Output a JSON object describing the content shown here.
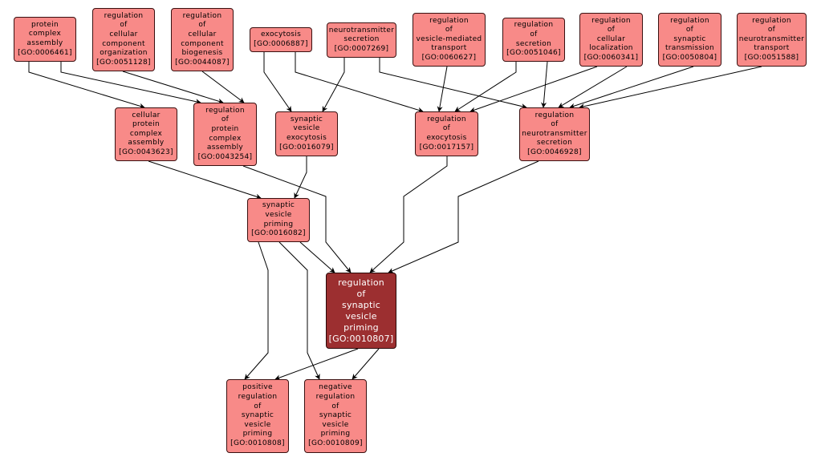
{
  "colors": {
    "node_fill": "#f88a88",
    "focus_fill": "#9c2f30",
    "edge": "#000000",
    "background": "#ffffff"
  },
  "nodes": [
    {
      "id": "GO:0006461",
      "label": [
        "protein",
        "complex",
        "assembly"
      ],
      "go": "[GO:0006461]"
    },
    {
      "id": "GO:0051128",
      "label": [
        "regulation",
        "of",
        "cellular",
        "component",
        "organization"
      ],
      "go": "[GO:0051128]"
    },
    {
      "id": "GO:0044087",
      "label": [
        "regulation",
        "of",
        "cellular",
        "component",
        "biogenesis"
      ],
      "go": "[GO:0044087]"
    },
    {
      "id": "GO:0006887",
      "label": [
        "exocytosis"
      ],
      "go": "[GO:0006887]"
    },
    {
      "id": "GO:0007269",
      "label": [
        "neurotransmitter",
        "secretion"
      ],
      "go": "[GO:0007269]"
    },
    {
      "id": "GO:0060627",
      "label": [
        "regulation",
        "of",
        "vesicle-mediated",
        "transport"
      ],
      "go": "[GO:0060627]"
    },
    {
      "id": "GO:0051046",
      "label": [
        "regulation",
        "of",
        "secretion"
      ],
      "go": "[GO:0051046]"
    },
    {
      "id": "GO:0060341",
      "label": [
        "regulation",
        "of",
        "cellular",
        "localization"
      ],
      "go": "[GO:0060341]"
    },
    {
      "id": "GO:0050804",
      "label": [
        "regulation",
        "of",
        "synaptic",
        "transmission"
      ],
      "go": "[GO:0050804]"
    },
    {
      "id": "GO:0051588",
      "label": [
        "regulation",
        "of",
        "neurotransmitter",
        "transport"
      ],
      "go": "[GO:0051588]"
    },
    {
      "id": "GO:0043623",
      "label": [
        "cellular",
        "protein",
        "complex",
        "assembly"
      ],
      "go": "[GO:0043623]"
    },
    {
      "id": "GO:0043254",
      "label": [
        "regulation",
        "of",
        "protein",
        "complex",
        "assembly"
      ],
      "go": "[GO:0043254]"
    },
    {
      "id": "GO:0016079",
      "label": [
        "synaptic",
        "vesicle",
        "exocytosis"
      ],
      "go": "[GO:0016079]"
    },
    {
      "id": "GO:0017157",
      "label": [
        "regulation",
        "of",
        "exocytosis"
      ],
      "go": "[GO:0017157]"
    },
    {
      "id": "GO:0046928",
      "label": [
        "regulation",
        "of",
        "neurotransmitter",
        "secretion"
      ],
      "go": "[GO:0046928]"
    },
    {
      "id": "GO:0016082",
      "label": [
        "synaptic",
        "vesicle",
        "priming"
      ],
      "go": "[GO:0016082]"
    },
    {
      "id": "GO:0010807",
      "label": [
        "regulation",
        "of",
        "synaptic",
        "vesicle",
        "priming"
      ],
      "go": "[GO:0010807]",
      "focus": true
    },
    {
      "id": "GO:0010808",
      "label": [
        "positive",
        "regulation",
        "of",
        "synaptic",
        "vesicle",
        "priming"
      ],
      "go": "[GO:0010808]"
    },
    {
      "id": "GO:0010809",
      "label": [
        "negative",
        "regulation",
        "of",
        "synaptic",
        "vesicle",
        "priming"
      ],
      "go": "[GO:0010809]"
    }
  ],
  "edges": [
    [
      "GO:0006461",
      "GO:0043623"
    ],
    [
      "GO:0006461",
      "GO:0043254"
    ],
    [
      "GO:0051128",
      "GO:0043254"
    ],
    [
      "GO:0044087",
      "GO:0043254"
    ],
    [
      "GO:0006887",
      "GO:0016079"
    ],
    [
      "GO:0007269",
      "GO:0016079"
    ],
    [
      "GO:0006887",
      "GO:0017157"
    ],
    [
      "GO:0060627",
      "GO:0017157"
    ],
    [
      "GO:0051046",
      "GO:0017157"
    ],
    [
      "GO:0060341",
      "GO:0017157"
    ],
    [
      "GO:0007269",
      "GO:0046928"
    ],
    [
      "GO:0051046",
      "GO:0046928"
    ],
    [
      "GO:0060341",
      "GO:0046928"
    ],
    [
      "GO:0050804",
      "GO:0046928"
    ],
    [
      "GO:0051588",
      "GO:0046928"
    ],
    [
      "GO:0043623",
      "GO:0016082"
    ],
    [
      "GO:0016079",
      "GO:0016082"
    ],
    [
      "GO:0043254",
      "GO:0010807"
    ],
    [
      "GO:0016082",
      "GO:0010807"
    ],
    [
      "GO:0017157",
      "GO:0010807"
    ],
    [
      "GO:0046928",
      "GO:0010807"
    ],
    [
      "GO:0016082",
      "GO:0010808"
    ],
    [
      "GO:0010807",
      "GO:0010808"
    ],
    [
      "GO:0016082",
      "GO:0010809"
    ],
    [
      "GO:0010807",
      "GO:0010809"
    ]
  ]
}
